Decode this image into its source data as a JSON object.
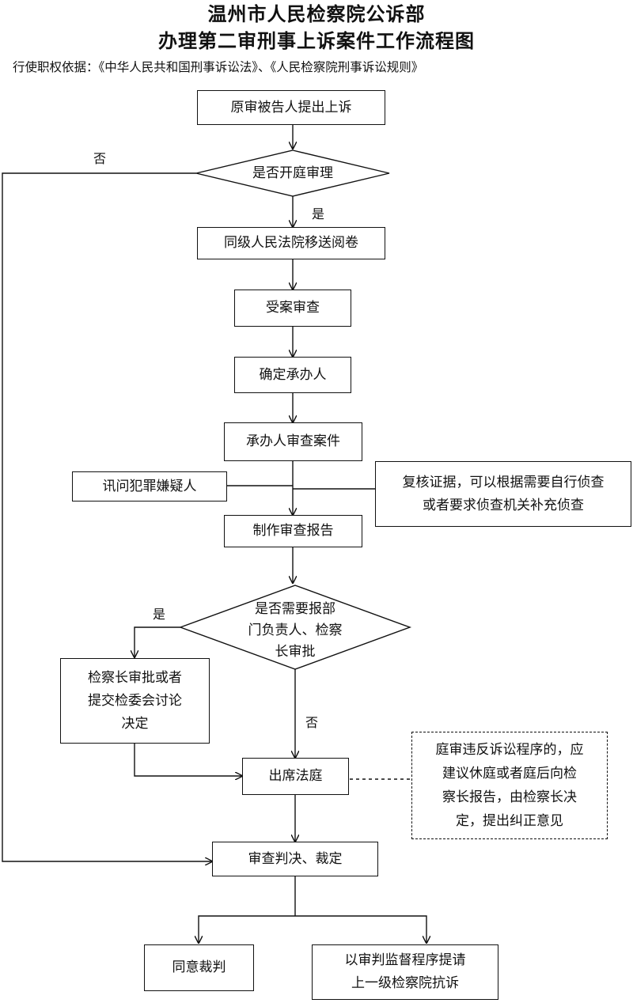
{
  "title_line1": "温州市人民检察院公诉部",
  "title_line2": "办理第二审刑事上诉案件工作流程图",
  "basis": "行使职权依据：《中华人民共和国刑事诉讼法》、《人民检察院刑事诉讼规则》",
  "steps": {
    "appeal": "原审被告人提出上诉",
    "decision_open_court": "是否开庭审理",
    "transfer_files": "同级人民法院移送阅卷",
    "accept_review": "受案审查",
    "assign_handler": "确定承办人",
    "handler_review": "承办人审查案件",
    "interrogate": "讯问犯罪嫌疑人",
    "verify_evidence": "复核证据，可以根据需要自行侦查\n或者要求侦查机关补充侦查",
    "make_report": "制作审查报告",
    "decision_report": "是否需要报部\n门负责人、检察\n长审批",
    "chief_approval": "检察长审批或者\n提交检委会讨论\n决定",
    "attend_court": "出席法庭",
    "violation_note": "庭审违反诉讼程序的，应\n建议休庭或者庭后向检\n察长报告，由检察长决\n定，提出纠正意见",
    "judgment": "审查判决、裁定",
    "agree": "同意裁判",
    "protest": "以审判监督程序提请\n上一级检察院抗诉"
  },
  "labels": {
    "no_open_court": "否",
    "yes_open_court": "是",
    "yes_report": "是",
    "no_report": "否"
  }
}
